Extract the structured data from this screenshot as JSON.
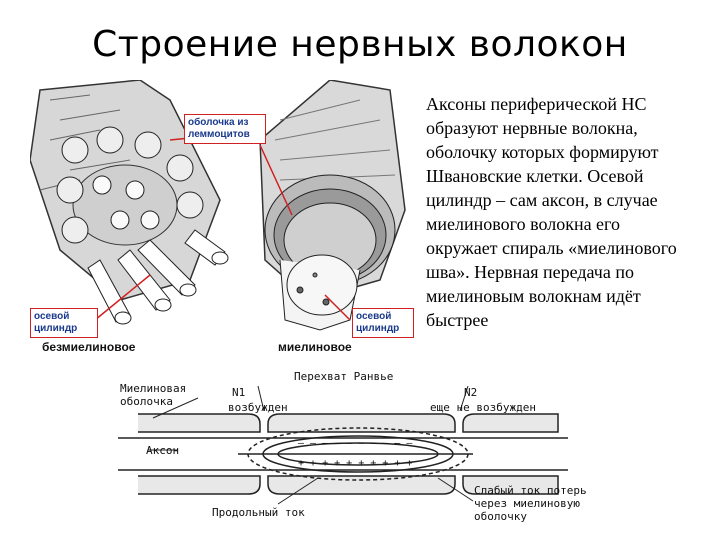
{
  "slide": {
    "title": "Строение нервных волокон",
    "description": "Аксоны периферической НС образуют нервные волокна, оболочку которых формируют Швановские клетки. Осевой цилиндр – сам аксон, в случае миелинового волокна его окружает спираль «миелинового шва». Нервная передача по миелиновым волокнам идёт быстрее"
  },
  "top_figure": {
    "callout_sheath": "оболочка из леммоцитов",
    "callout_axis_left": "осевой цилиндр",
    "callout_axis_right": "осевой цилиндр",
    "caption_left": "безмиелиновое",
    "caption_right": "миелиновое",
    "callout_color": "#d02020",
    "callout_text_color": "#1a3a8a"
  },
  "bottom_figure": {
    "label_myelin": "Миелиновая оболочка",
    "label_ranvier": "Перехват Ранвье",
    "label_n1": "N1",
    "label_n2": "N2",
    "label_excited": "возбужден",
    "label_not_excited": "еще не возбужден",
    "label_axon": "Аксон",
    "label_longitudinal": "Продольный ток",
    "label_weak_current": "Слабый ток потерь через миелиновую оболочку"
  }
}
